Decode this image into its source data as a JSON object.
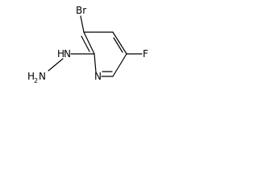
{
  "molecule": {
    "atoms": {
      "bromine": "Br",
      "fluorine": "F",
      "ring_nitrogen": "N",
      "nh": "H",
      "nh_n": "N",
      "nh2_h": "H",
      "nh2_sub": "2",
      "nh2_n": "N"
    }
  }
}
